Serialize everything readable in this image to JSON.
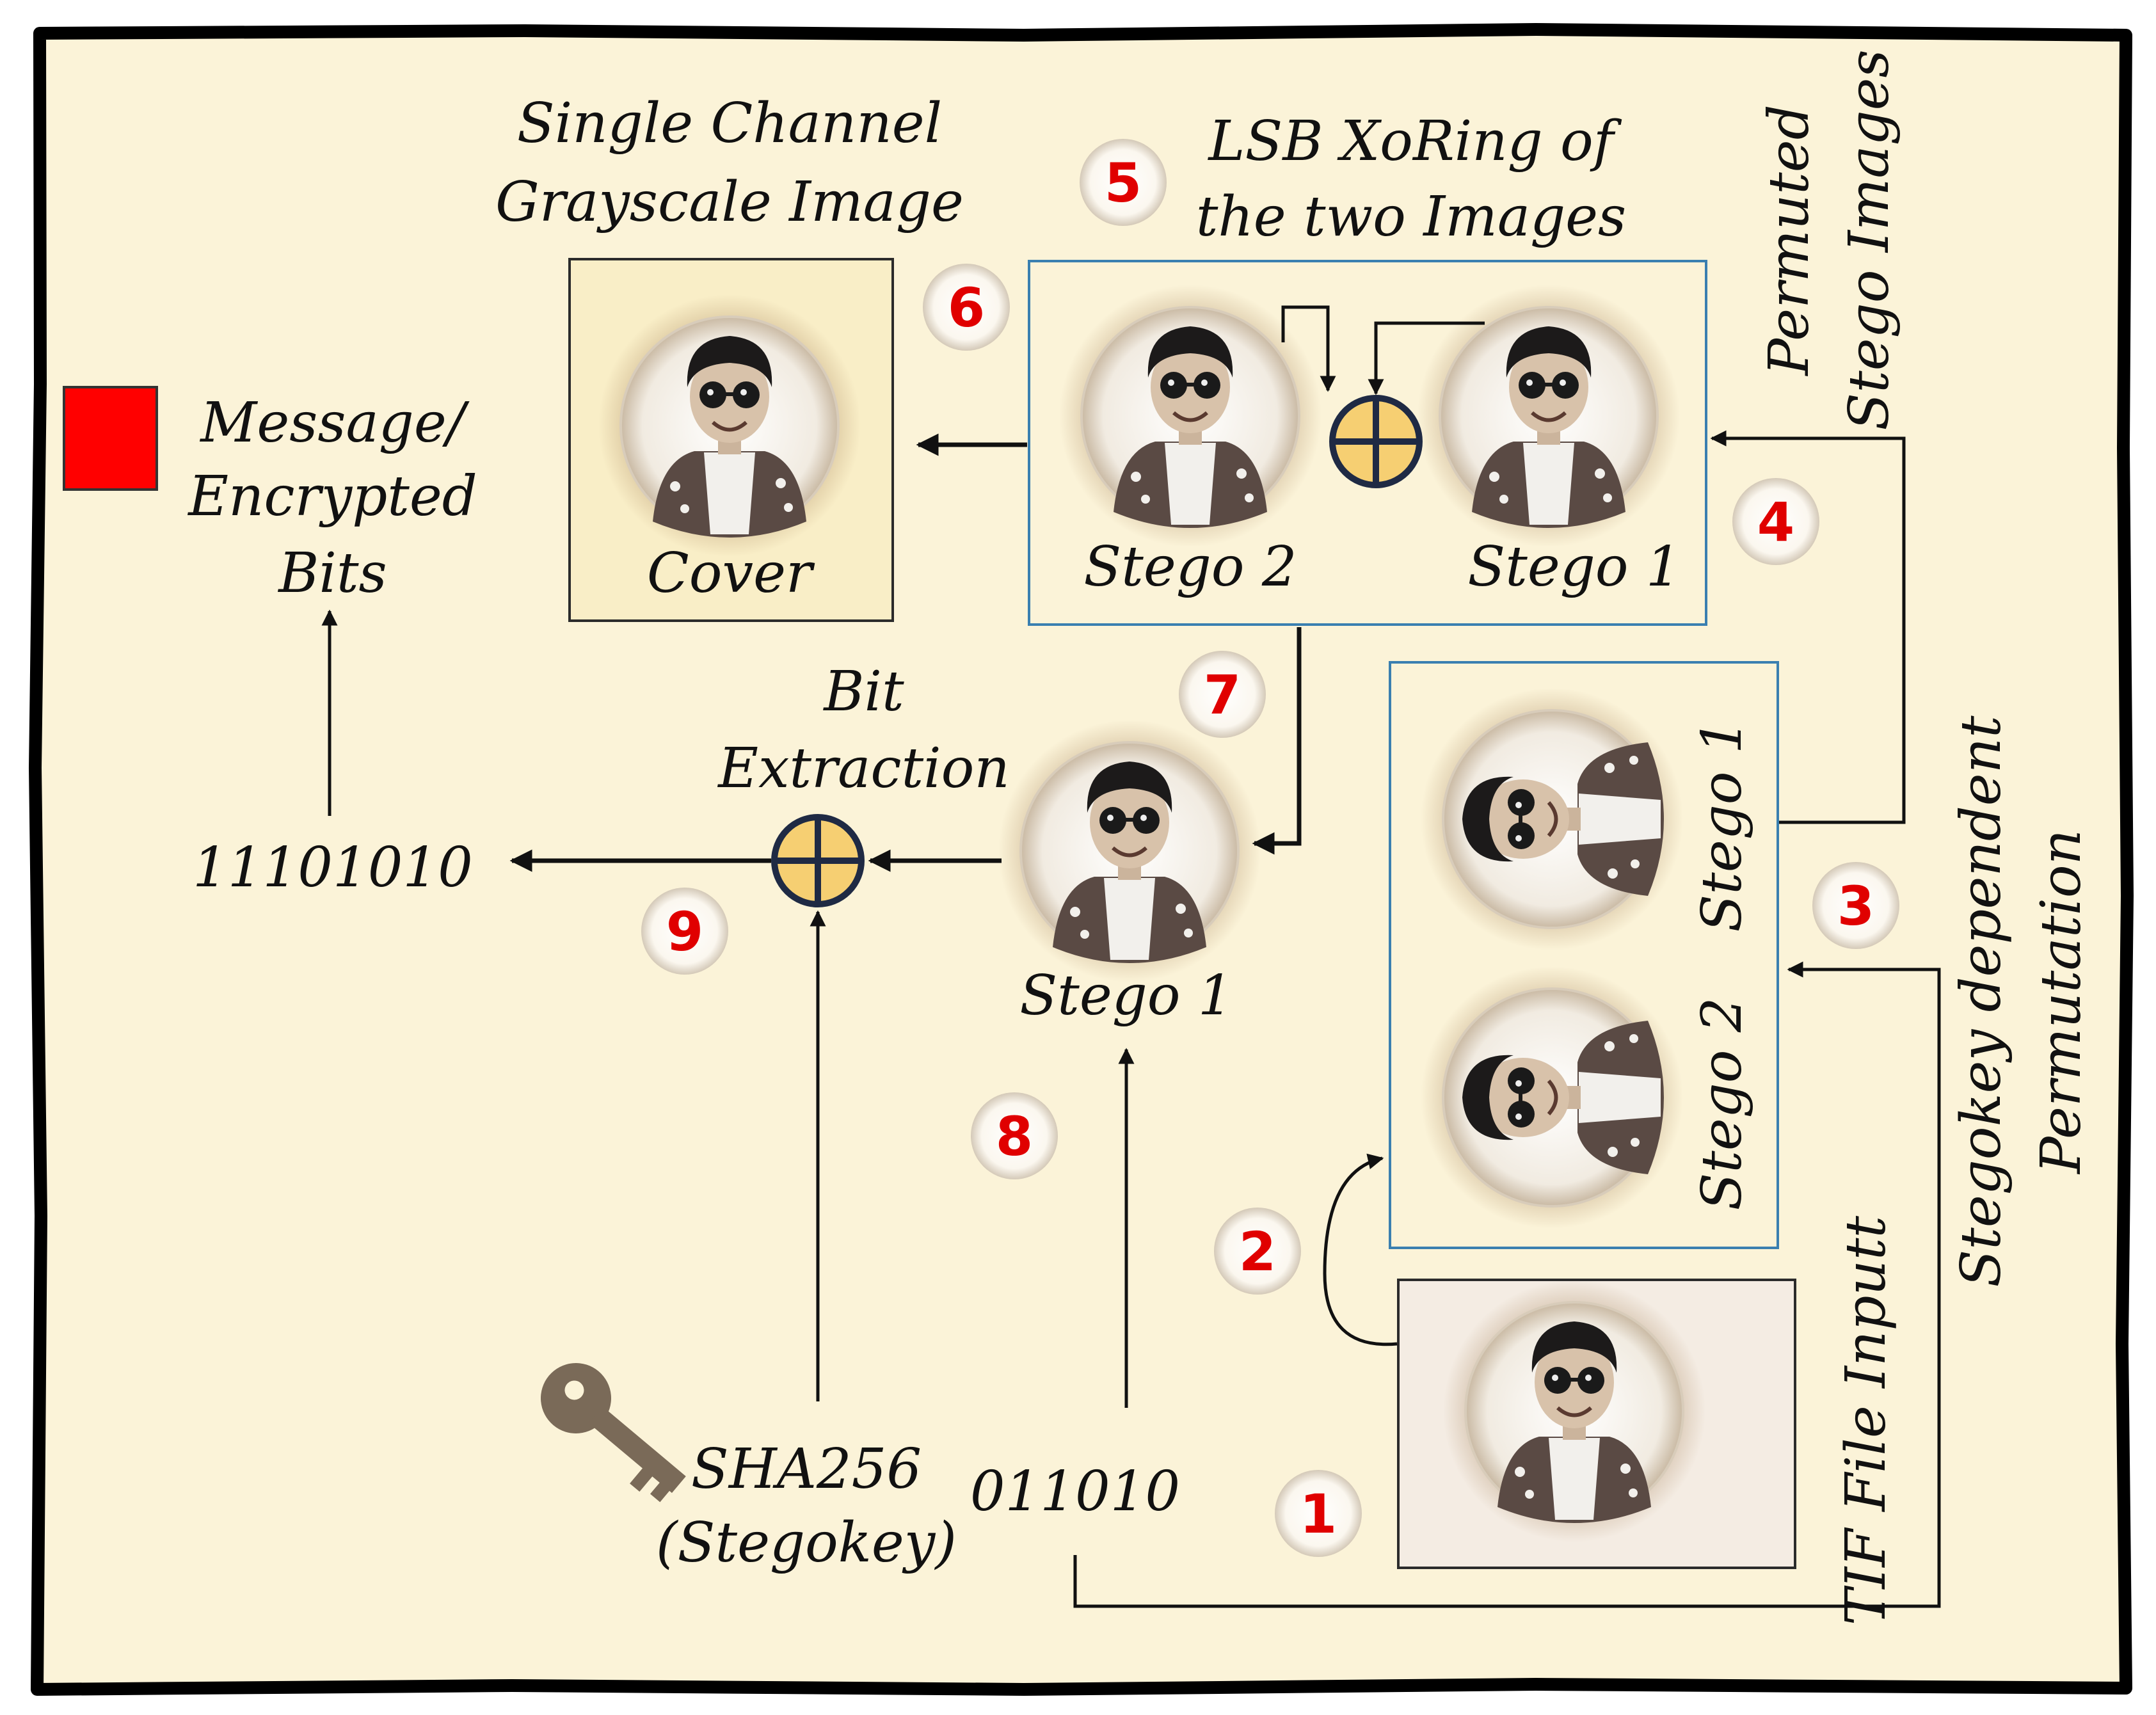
{
  "labels": {
    "grayscale": [
      "Single Channel",
      "Grayscale Image"
    ],
    "lsb": [
      "LSB XoRing of",
      "the two Images"
    ],
    "permuted": [
      "Permuted",
      "Stego Images"
    ],
    "message": [
      "Message/",
      "Encrypted",
      "Bits"
    ],
    "cover": "Cover",
    "stego2_top": "Stego 2",
    "stego1_top": "Stego 1",
    "bit_extraction": [
      "Bit",
      "Extraction"
    ],
    "stego1_mid": "Stego 1",
    "stego1_side": "Stego 1",
    "stego2_side": "Stego 2",
    "stegokey_perm": [
      "Stegokey dependent",
      "Permutation"
    ],
    "tif": "TIF File Inputt",
    "bits_out": "11101010",
    "sha": [
      "SHA256",
      "(Stegokey)"
    ],
    "bits_in": "011010"
  },
  "steps": [
    "1",
    "2",
    "3",
    "4",
    "5",
    "6",
    "7",
    "8",
    "9"
  ],
  "colors": {
    "background": "#fbf3d8",
    "message_square": "#ff0000",
    "step_number": "#e00000",
    "xor_fill": "#f6cf72",
    "xor_stroke": "#1f2a44",
    "frame_blue": "#3a7fb0",
    "key_color": "#7a6a58"
  },
  "icons": {
    "xor": "circled-plus-icon",
    "key": "key-icon",
    "portrait": "child-portrait-icon"
  }
}
